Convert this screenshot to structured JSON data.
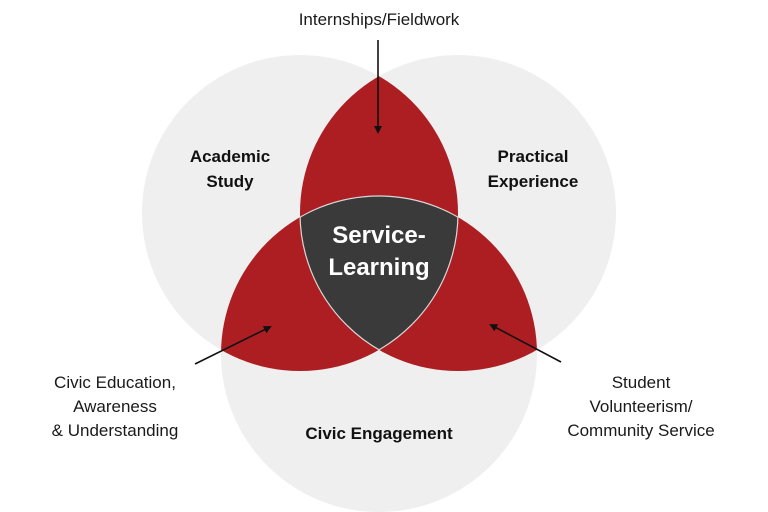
{
  "diagram": {
    "type": "venn-3",
    "colors": {
      "circle_fill": "#efefef",
      "pair_overlap": "#ad1e23",
      "center_overlap": "#3a3a3a",
      "center_text": "#ffffff",
      "text": "#111111",
      "arrow": "#111111"
    },
    "sets": {
      "academic": {
        "line1": "Academic",
        "line2": "Study"
      },
      "practical": {
        "line1": "Practical",
        "line2": "Experience"
      },
      "civic": {
        "line1": "Civic Engagement"
      }
    },
    "center": {
      "line1": "Service-",
      "line2": "Learning"
    },
    "overlaps": {
      "academic_practical": {
        "line1": "Internships/Fieldwork"
      },
      "academic_civic": {
        "line1": "Civic Education,",
        "line2": "Awareness",
        "line3": "& Understanding"
      },
      "practical_civic": {
        "line1": "Student",
        "line2": "Volunteerism/",
        "line3": "Community Service"
      }
    }
  }
}
